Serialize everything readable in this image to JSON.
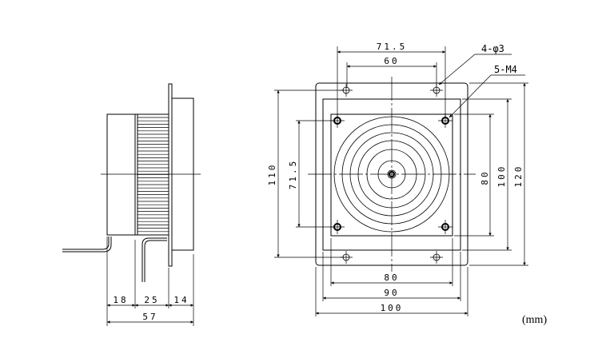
{
  "side_view": {
    "dims": {
      "back": "18",
      "fins": "25",
      "front": "14",
      "total": "57"
    }
  },
  "front_view": {
    "dims": {
      "top_outer": "71.5",
      "top_inner": "60",
      "left_outer": "110",
      "left_inner": "71.5",
      "right_inner": "80",
      "right_mid": "100",
      "right_outer": "120",
      "bottom_inner": "80",
      "bottom_mid": "90",
      "bottom_outer": "100"
    },
    "callouts": {
      "holes": "4-φ3",
      "threads": "5-M4"
    }
  },
  "unit_label": "(mm)"
}
